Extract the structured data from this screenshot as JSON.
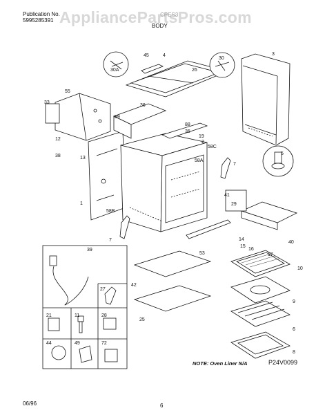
{
  "header": {
    "publication_label": "Publication No.",
    "publication_number": "5995285391",
    "model": "CPES3",
    "section_title": "BODY"
  },
  "watermark": "AppliancePartsPros.com",
  "footer": {
    "date": "06/96",
    "page": "6"
  },
  "note": "NOTE: Oven Liner N/A",
  "figure_code": "P24V0099",
  "callouts": [
    "45",
    "4",
    "30",
    "3",
    "30A",
    "26",
    "55",
    "33",
    "89",
    "36",
    "88",
    "35",
    "19",
    "2",
    "58C",
    "12",
    "38",
    "13",
    "58A",
    "7",
    "5",
    "1",
    "58B",
    "41",
    "29",
    "7",
    "40",
    "39",
    "14",
    "15",
    "16",
    "17",
    "53",
    "10",
    "27",
    "42",
    "9",
    "21",
    "11",
    "28",
    "25",
    "6",
    "44",
    "49",
    "72",
    "8"
  ]
}
